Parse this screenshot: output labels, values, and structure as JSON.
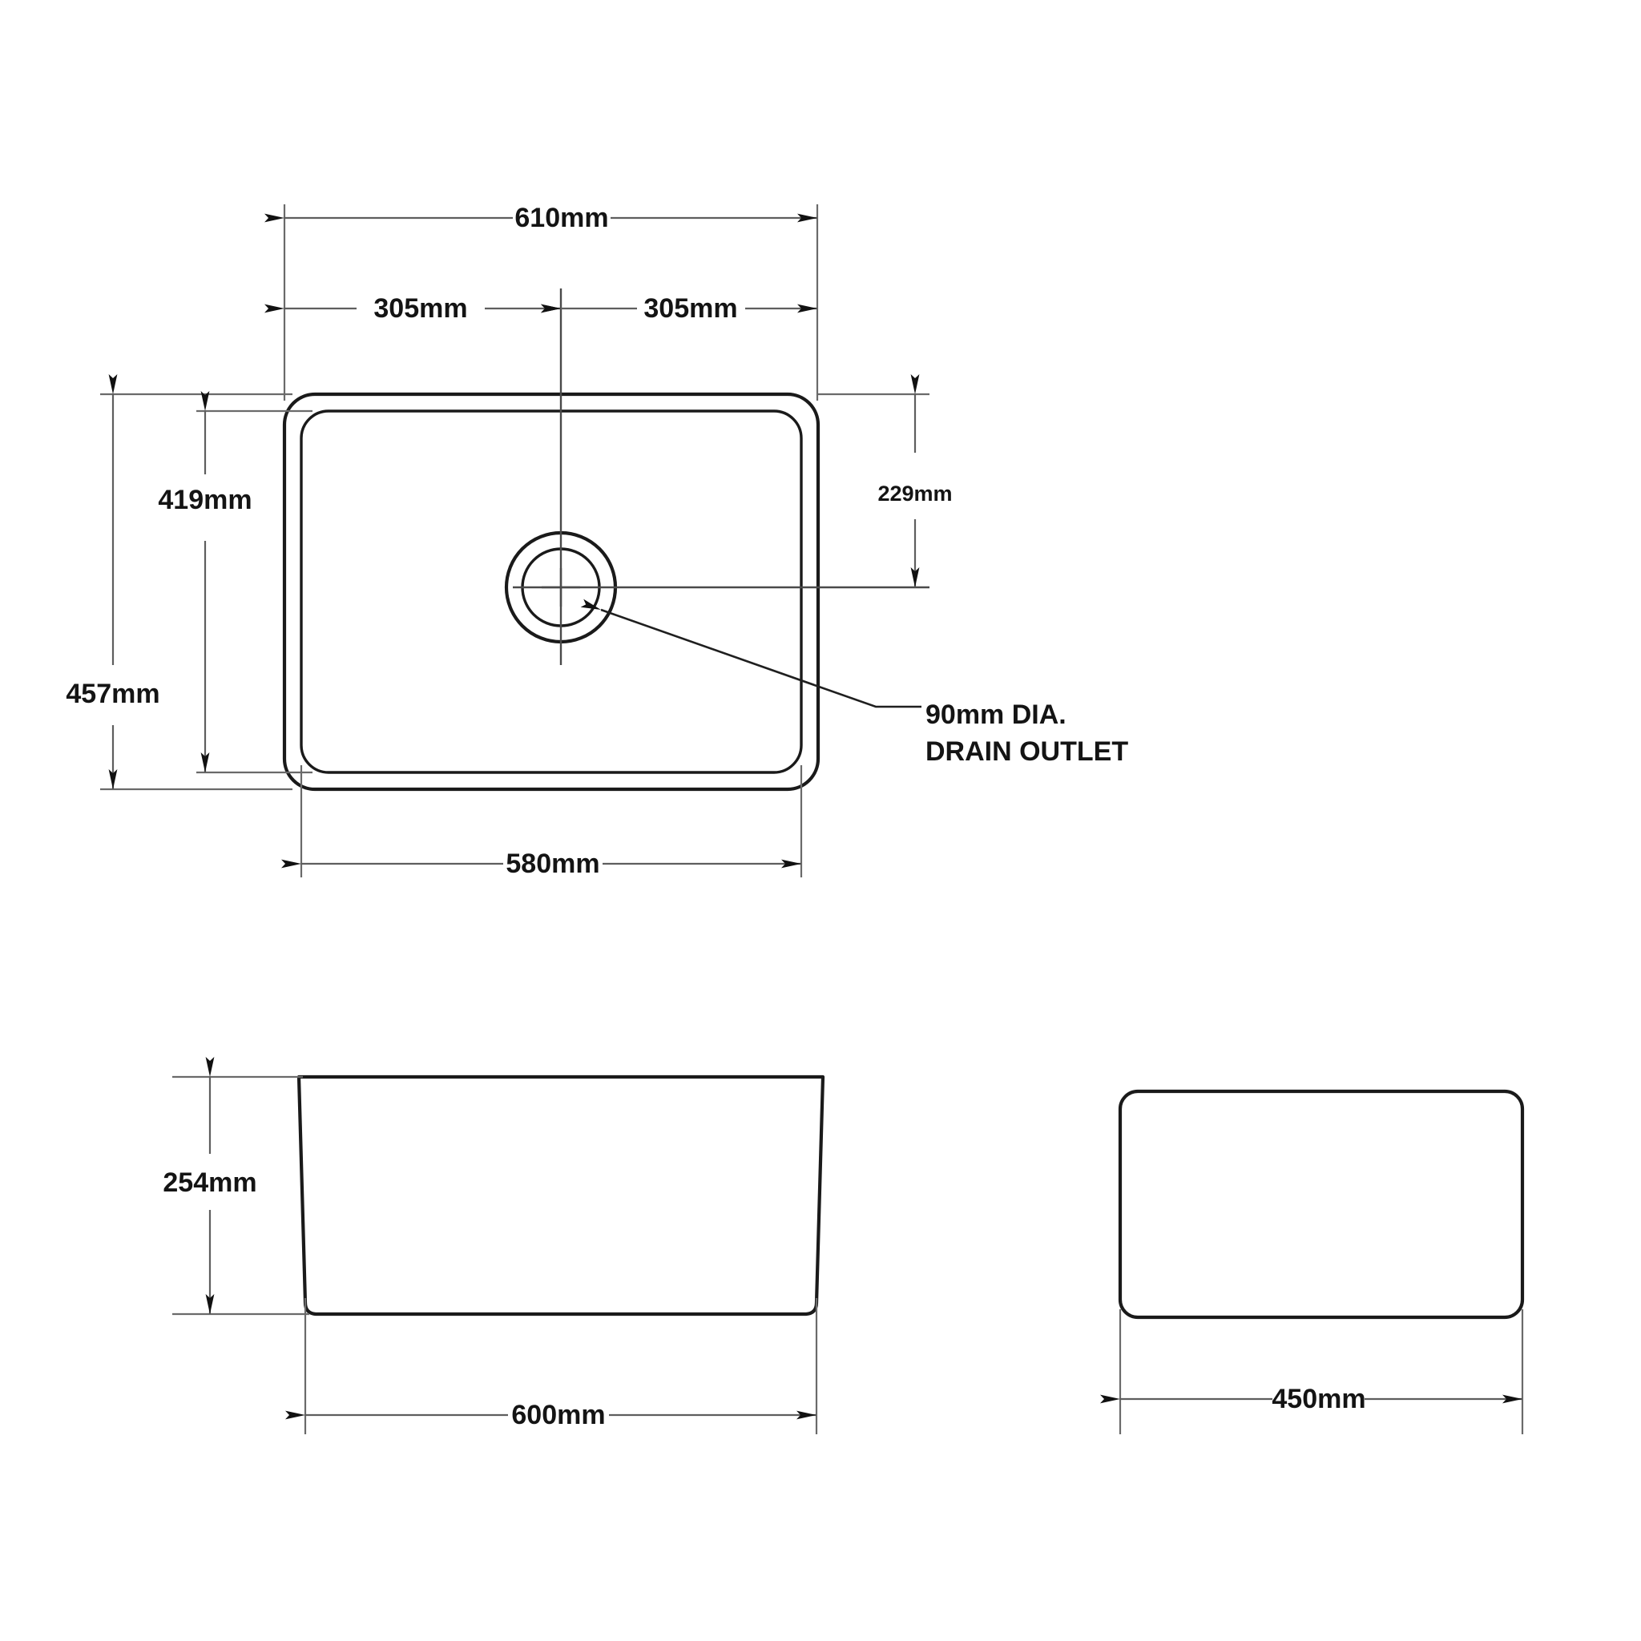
{
  "drawing": {
    "title": "Sink Dimensional Drawing",
    "units": "mm",
    "line_color": "#1a1a1a",
    "dimension_color": "#5e5e5e",
    "background": "#ffffff"
  },
  "views": {
    "plan": {
      "name": "top-plan-view",
      "dimensions": {
        "overall_width": "610mm",
        "half_width_left": "305mm",
        "half_width_right": "305mm",
        "overall_depth": "457mm",
        "inner_depth": "419mm",
        "drain_from_rear": "229mm",
        "inner_width": "580mm"
      },
      "callout": {
        "line1": "90mm  DIA.",
        "line2": "DRAIN OUTLET"
      }
    },
    "front_elevation": {
      "name": "front-elevation-view",
      "dimensions": {
        "height": "254mm",
        "width": "600mm"
      }
    },
    "side_elevation": {
      "name": "side-elevation-view",
      "dimensions": {
        "width": "450mm"
      }
    }
  }
}
